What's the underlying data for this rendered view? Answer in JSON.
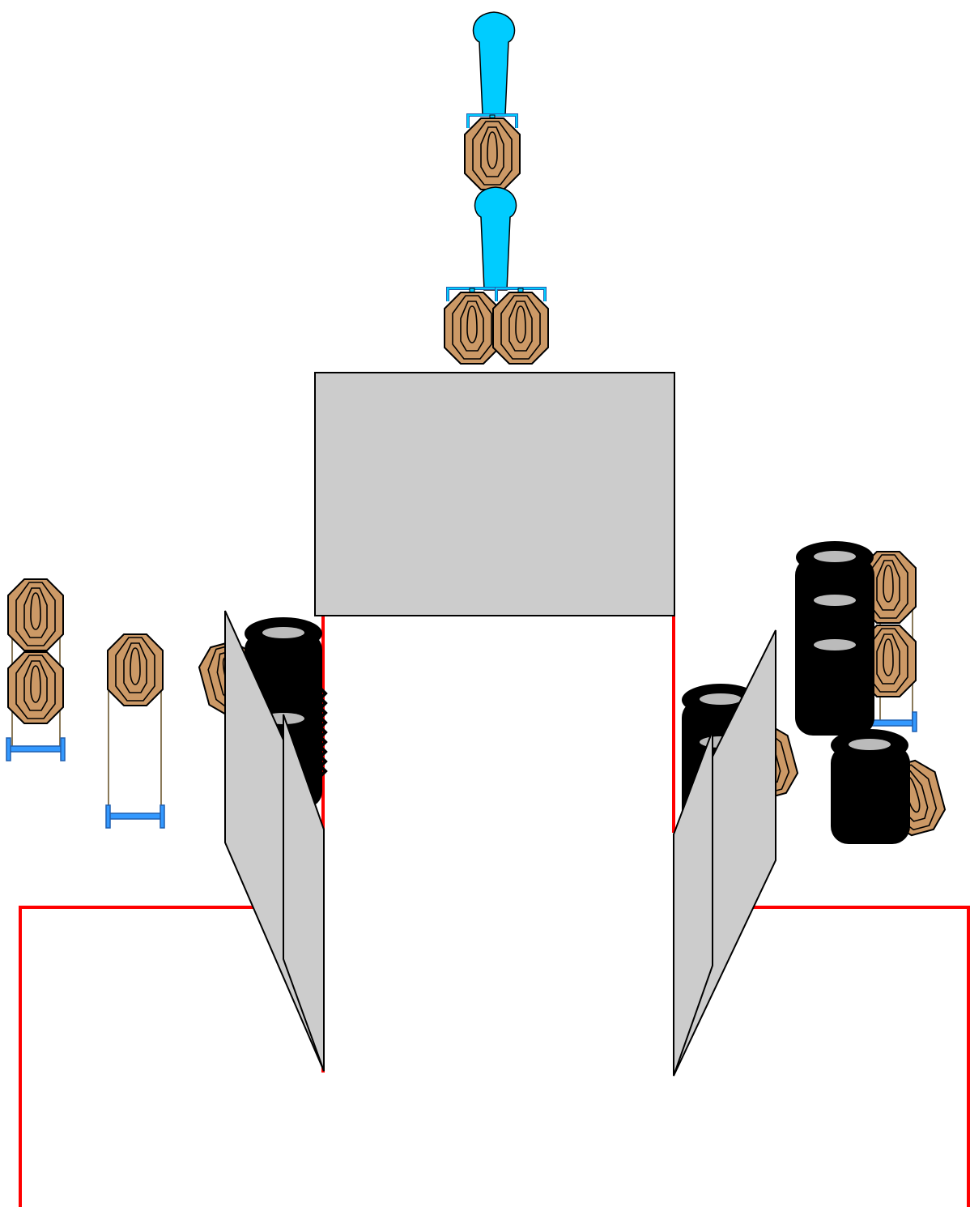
{
  "diagram": {
    "kind": "stage-layout",
    "colors": {
      "background": "#ffffff",
      "fault_line": "#ff0000",
      "barricade_fill": "#cccccc",
      "outline": "#000000",
      "target_fill": "#cc9966",
      "popper_fill": "#00ccff",
      "stand_fill": "#3399ff",
      "stand_edge": "#1f5faf",
      "tire_fill": "#000000",
      "tire_hole": "#bbbbbb",
      "stick": "#8a7a5a"
    },
    "elements": [
      {
        "type": "popper-activator",
        "icon": "popper-icon"
      },
      {
        "type": "swinger-target",
        "icon": "target-icon"
      },
      {
        "type": "popper-activator",
        "icon": "popper-icon"
      },
      {
        "type": "swinger-target",
        "icon": "target-icon"
      },
      {
        "type": "swinger-target",
        "icon": "target-icon"
      },
      {
        "type": "wall",
        "icon": "wall-icon"
      },
      {
        "type": "fault-line",
        "icon": "fault-line-icon"
      },
      {
        "type": "barricade",
        "icon": "barricade-icon"
      },
      {
        "type": "tire-stack",
        "icon": "tire-icon"
      },
      {
        "type": "paper-target-stand",
        "icon": "target-icon"
      }
    ]
  }
}
